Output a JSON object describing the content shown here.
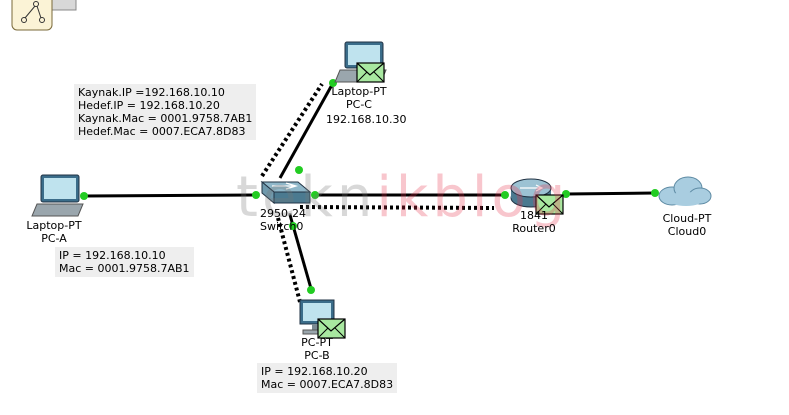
{
  "watermark": {
    "part1": "tekn",
    "part2": "ik",
    "part3": "blog"
  },
  "devices": {
    "pc_a": {
      "model": "Laptop-PT",
      "name": "PC-A"
    },
    "pc_b": {
      "model": "PC-PT",
      "name": "PC-B"
    },
    "pc_c": {
      "model": "Laptop-PT",
      "name": "PC-C",
      "ip": "192.168.10.30"
    },
    "switch0": {
      "model": "2950-24",
      "name": "Switch0"
    },
    "router0": {
      "model": "1841",
      "name": "Router0"
    },
    "cloud0": {
      "model": "Cloud-PT",
      "name": "Cloud0"
    }
  },
  "notes": {
    "pdu": {
      "line1": "Kaynak.IP =192.168.10.10",
      "line2": "Hedef.IP = 192.168.10.20",
      "line3": "Kaynak.Mac = 0001.9758.7AB1",
      "line4": "Hedef.Mac = 0007.ECA7.8D83"
    },
    "pc_a": {
      "line1": "IP = 192.168.10.10",
      "line2": "Mac = 0001.9758.7AB1"
    },
    "pc_b": {
      "line1": "IP = 192.168.10.20",
      "line2": "Mac = 0007.ECA7.8D83"
    }
  },
  "colors": {
    "link": "#000000",
    "port_up": "#22cc22",
    "envelope": "#a8e8a0"
  },
  "icons": [
    "palette-icon",
    "laptop-icon",
    "pc-icon",
    "switch-icon",
    "router-icon",
    "cloud-icon",
    "envelope-icon"
  ]
}
